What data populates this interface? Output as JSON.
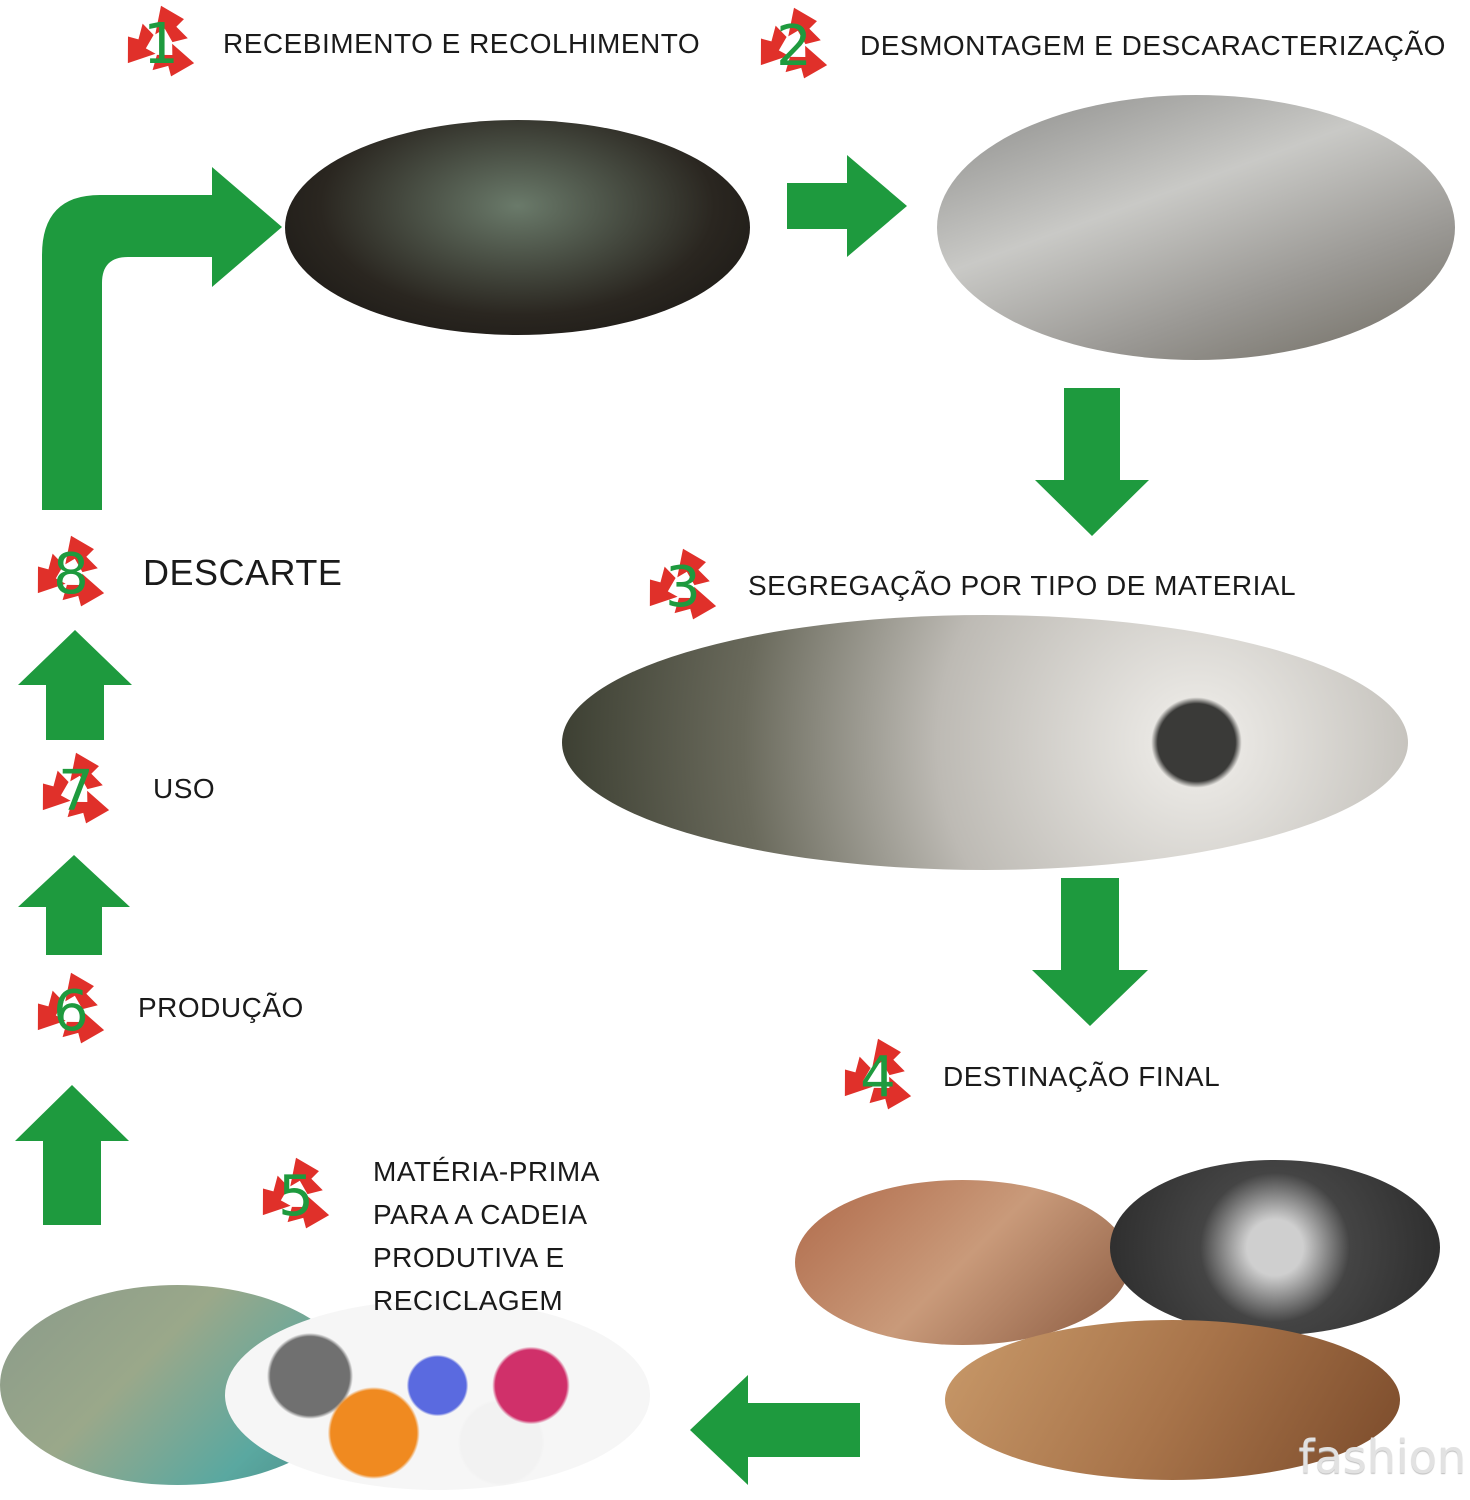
{
  "colors": {
    "arrow": "#1e9a3e",
    "recycle": "#e0302a",
    "number": "#1e9a3e"
  },
  "steps": [
    {
      "number": "1",
      "label": "RECEBIMENTO E RECOLHIMENTO"
    },
    {
      "number": "2",
      "label": "DESMONTAGEM E DESCARACTERIZAÇÃO"
    },
    {
      "number": "3",
      "label": "SEGREGAÇÃO POR TIPO DE MATERIAL"
    },
    {
      "number": "4",
      "label": "DESTINAÇÃO FINAL"
    },
    {
      "number": "5",
      "label_lines": [
        "MATÉRIA-PRIMA",
        "PARA A CADEIA",
        "PRODUTIVA E",
        "RECICLAGEM"
      ]
    },
    {
      "number": "6",
      "label": "PRODUÇÃO"
    },
    {
      "number": "7",
      "label": "USO"
    },
    {
      "number": "8",
      "label": "DESCARTE"
    }
  ],
  "watermark": "fashion"
}
